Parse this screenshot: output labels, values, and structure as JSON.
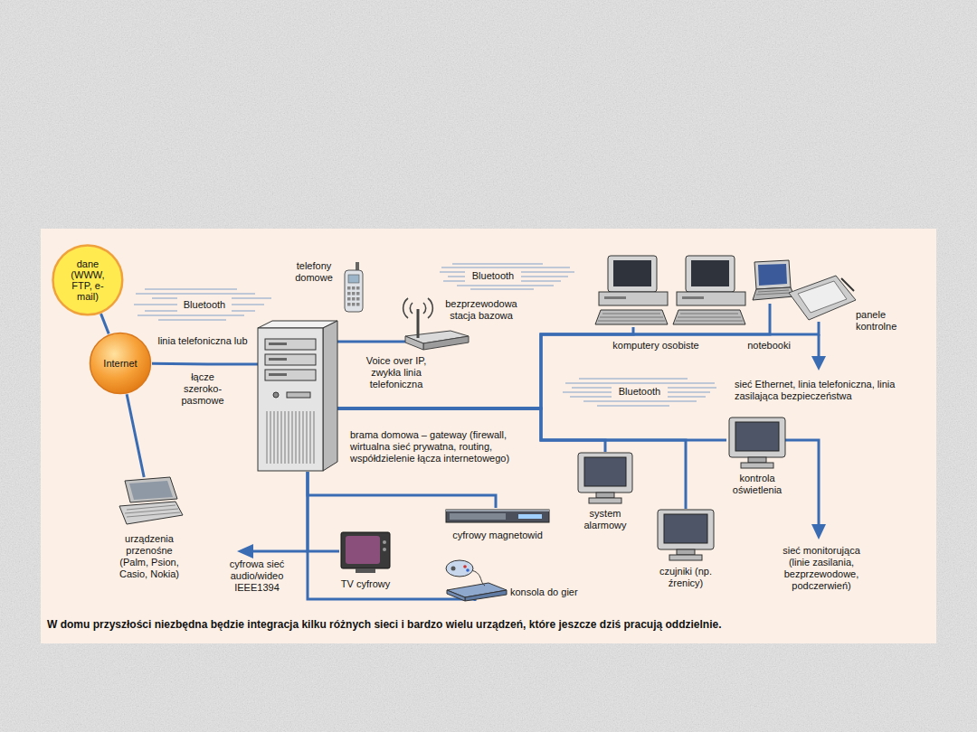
{
  "diagram": {
    "caption": "W domu przyszłości niezbędna będzie integracja kilku różnych sieci i bardzo wielu urządzeń, które jeszcze dziś pracują oddzielnie.",
    "nodes": [
      {
        "text": [
          "dane (WWW, FTP, e-mail)"
        ]
      },
      {
        "text": [
          "telefony domowe"
        ]
      },
      {
        "text": [
          "komputery osobiste"
        ]
      },
      {
        "text": [
          "notebooki"
        ]
      },
      {
        "text": [
          "bezprzewodowa stacja bazowa"
        ]
      },
      {
        "text": [
          "panele kontrolne"
        ]
      },
      {
        "text": [
          "Internet"
        ]
      },
      {
        "text": [
          "brama domowa – gateway (firewall, wirtualna sieć prywatna, routing, współdzielenie łącza internetowego)"
        ]
      },
      {
        "text": [
          "kontrola oświetlenia"
        ]
      },
      {
        "text": [
          "system alarmowy"
        ]
      },
      {
        "text": [
          "urządzenia przenośne (Palm, Psion, Casio, Nokia)"
        ]
      },
      {
        "text": [
          "cyfrowy magnetowid"
        ]
      },
      {
        "text": [
          "czujniki (np. źrenicy)"
        ]
      },
      {
        "text": [
          "TV cyfrowy"
        ]
      },
      {
        "text": [
          "konsola do gier"
        ]
      }
    ],
    "edges": [
      {
        "from": 0,
        "to": 6,
        "arrow": "none"
      },
      {
        "from": 6,
        "to": 7,
        "arrow": "none"
      },
      {
        "from": 6,
        "to": 10,
        "arrow": "none"
      },
      {
        "from": 7,
        "to": 4,
        "arrow": "none"
      },
      {
        "from": 7,
        "to": 2,
        "arrow": "none"
      },
      {
        "from": 7,
        "to": 3,
        "arrow": "none"
      },
      {
        "from": 7,
        "to": 5,
        "arrow": "none"
      },
      {
        "from": 7,
        "to": 9,
        "arrow": "none"
      },
      {
        "from": 7,
        "to": 12,
        "arrow": "none"
      },
      {
        "from": 7,
        "to": 8,
        "arrow": "none"
      },
      {
        "from": 7,
        "to": 13,
        "arrow": "none"
      },
      {
        "from": 7,
        "to": 11,
        "arrow": "none"
      },
      {
        "from": 7,
        "to": 14,
        "arrow": "none"
      }
    ],
    "labels": [
      "Bluetooth",
      "Bluetooth",
      "Bluetooth",
      "linia telefoniczna lub",
      "łącze szeroko-pasmowe",
      "Voice over IP, zwykła linia telefoniczna",
      "sieć Ethernet, linia telefoniczna, linia zasilająca bezpieczeństwa",
      "sieć monitorująca (linie zasilania, bezprzewodowe, podczerwień)",
      "cyfrowa sieć audio/wideo IEEE1394"
    ]
  }
}
